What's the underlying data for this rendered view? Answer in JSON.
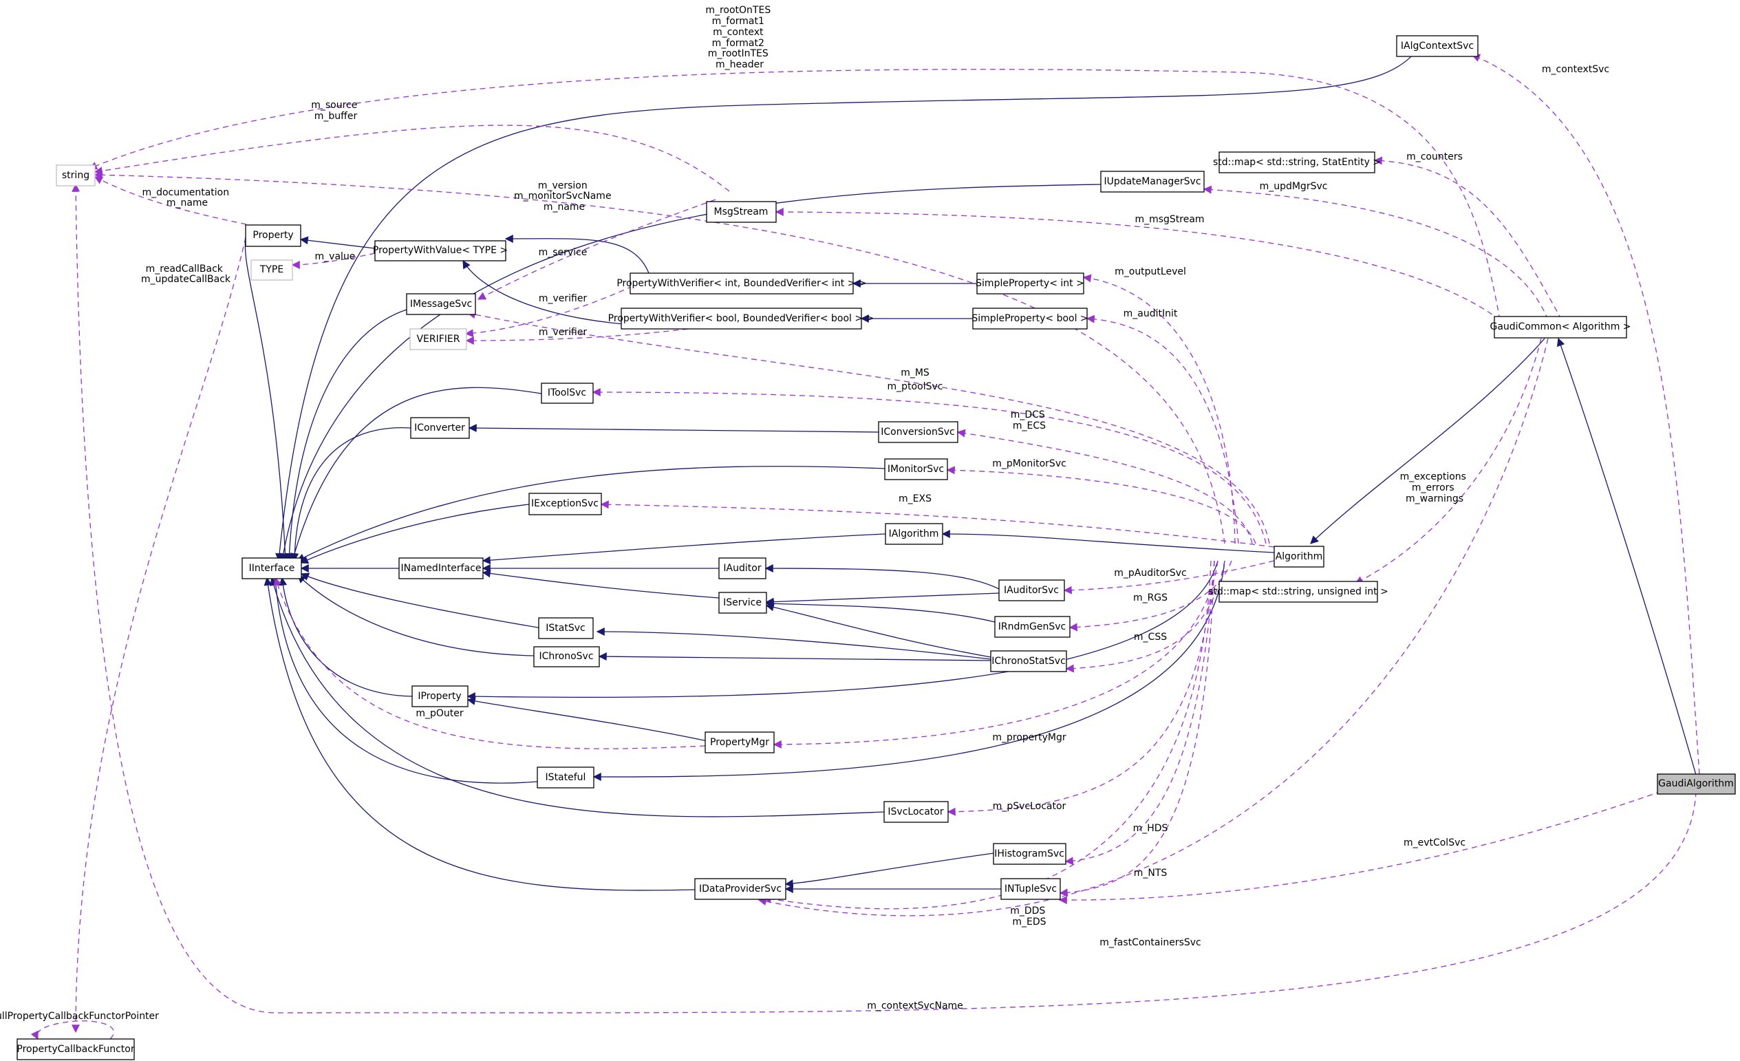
{
  "diagram": {
    "nodes": {
      "string": "string",
      "type": "TYPE",
      "verifier": "VERIFIER",
      "property": "Property",
      "property_with_value": "PropertyWithValue< TYPE >",
      "imessage_svc": "IMessageSvc",
      "msg_stream": "MsgStream",
      "iupdate_manager_svc": "IUpdateManagerSvc",
      "ialg_context_svc": "IAlgContextSvc",
      "statmap": "std::map< std::string, StatEntity >",
      "pwv_int": "PropertyWithVerifier< int, BoundedVerifier< int > >",
      "pwv_bool": "PropertyWithVerifier< bool, BoundedVerifier< bool > >",
      "simple_int": "SimpleProperty< int >",
      "simple_bool": "SimpleProperty< bool >",
      "gaudi_common": "GaudiCommon< Algorithm >",
      "itool_svc": "IToolSvc",
      "iconverter": "IConverter",
      "iconversion_svc": "IConversionSvc",
      "imonitor_svc": "IMonitorSvc",
      "iexception_svc": "IExceptionSvc",
      "ialgorithm": "IAlgorithm",
      "iinterface": "IInterface",
      "inamed_interface": "INamedInterface",
      "iauditor": "IAuditor",
      "algorithm": "Algorithm",
      "uintmap": "std::map< std::string, unsigned int >",
      "iservice": "IService",
      "iauditor_svc": "IAuditorSvc",
      "irndm_gen_svc": "IRndmGenSvc",
      "istat_svc": "IStatSvc",
      "ichrono_svc": "IChronoSvc",
      "ichrono_stat_svc": "IChronoStatSvc",
      "iproperty": "IProperty",
      "property_mgr": "PropertyMgr",
      "istateful": "IStateful",
      "isvc_locator": "ISvcLocator",
      "gaudi_algorithm": "GaudiAlgorithm",
      "ihistogram_svc": "IHistogramSvc",
      "idata_provider_svc": "IDataProviderSvc",
      "intuple_svc": "INTupleSvc",
      "property_callback_functor": "PropertyCallbackFunctor"
    },
    "labels": {
      "string_top": [
        "m_rootOnTES",
        "m_format1",
        "m_context",
        "m_format2",
        "m_rootInTES",
        "m_header"
      ],
      "context_svc": "m_contextSvc",
      "source_buffer": [
        "m_source",
        "m_buffer"
      ],
      "counters": "m_counters",
      "version_block": [
        "m_version",
        "m_monitorSvcName",
        "m_name"
      ],
      "upd_mgr_svc": "m_updMgrSvc",
      "doc_name": [
        "m_documentation",
        "m_name"
      ],
      "msg_stream": "m_msgStream",
      "callbacks": [
        "m_readCallBack",
        "m_updateCallBack"
      ],
      "value": "m_value",
      "service": "m_service",
      "output_level": "m_outputLevel",
      "verifier_1": "m_verifier",
      "audit_init": "m_auditInit",
      "verifier_2": "m_verifier",
      "ms": "m_MS",
      "ptool_svc": "m_ptoolSvc",
      "dcs_ecs": [
        "m_DCS",
        "m_ECS"
      ],
      "pmonitor_svc": "m_pMonitorSvc",
      "exceptions_block": [
        "m_exceptions",
        "m_errors",
        "m_warnings"
      ],
      "exs": "m_EXS",
      "pauditor_svc": "m_pAuditorSvc",
      "rgs": "m_RGS",
      "css": "m_CSS",
      "pouter": "m_pOuter",
      "property_mgr": "m_propertyMgr",
      "psvc_locator": "m_pSvcLocator",
      "hds": "m_HDS",
      "evt_col_svc": "m_evtColSvc",
      "nts": "m_NTS",
      "dds_eds": [
        "m_DDS",
        "m_EDS"
      ],
      "fast_containers": "m_fastContainersSvc",
      "context_svc_name": "m_contextSvcName",
      "null_pointer": "nullPropertyCallbackFunctorPointer"
    },
    "colors": {
      "inheritance_edge": "#191970",
      "usage_edge": "#9a32cd",
      "node_border": "#000000",
      "ghost_node_border": "#bfbfbf",
      "focus_node_fill": "#bfbfbf"
    }
  }
}
